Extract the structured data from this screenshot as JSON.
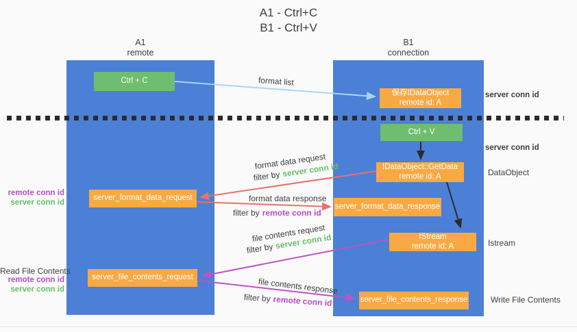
{
  "title": {
    "line1": "A1 - Ctrl+C",
    "line2": "B1 - Ctrl+V"
  },
  "columns": {
    "a1": {
      "name": "A1",
      "subtitle": "remote"
    },
    "b1": {
      "name": "B1",
      "subtitle": "connection"
    }
  },
  "nodes": {
    "ctrl_c": "Ctrl + C",
    "ctrl_v": "Ctrl + V",
    "save_dataobject_line1": "保存IDataObject",
    "save_dataobject_line2": "remote id: A",
    "getdata_line1": "IDataObject::GetData",
    "getdata_line2": "remote id: A",
    "istream_line1": "IStream",
    "istream_line2": "remote id: A",
    "format_request": "server_format_data_request",
    "format_response": "server_format_data_response",
    "file_request": "server_file_contents_request",
    "file_response": "server_file_contents_response"
  },
  "edge_labels": {
    "format_list": "format list",
    "format_data_request": "format data request",
    "format_data_response": "format data response",
    "file_contents_request": "file contents request",
    "file_contents_response": "file contents response",
    "filter_by": "filter by",
    "server_conn_id": "server conn id",
    "remote_conn_id": "remote conn id"
  },
  "side_labels": {
    "read_file_contents": "Read File Contents",
    "write_file_contents": "Write File Contents",
    "dataobject": "DataObject",
    "istream": "Istream",
    "server_conn_id": "server conn id",
    "remote_conn_id": "remote conn id"
  },
  "colors": {
    "column_blue": "#4b80d6",
    "box_green": "#6fbd6f",
    "box_orange": "#f9a943",
    "arrow_blue": "#a9d6f5",
    "arrow_red": "#e8716b",
    "arrow_black": "#2b2b2b",
    "arrow_purple": "#bd53c4",
    "text_green": "#67bf67",
    "text_purple": "#b44ec6",
    "text_dark": "#3d3d3d"
  }
}
